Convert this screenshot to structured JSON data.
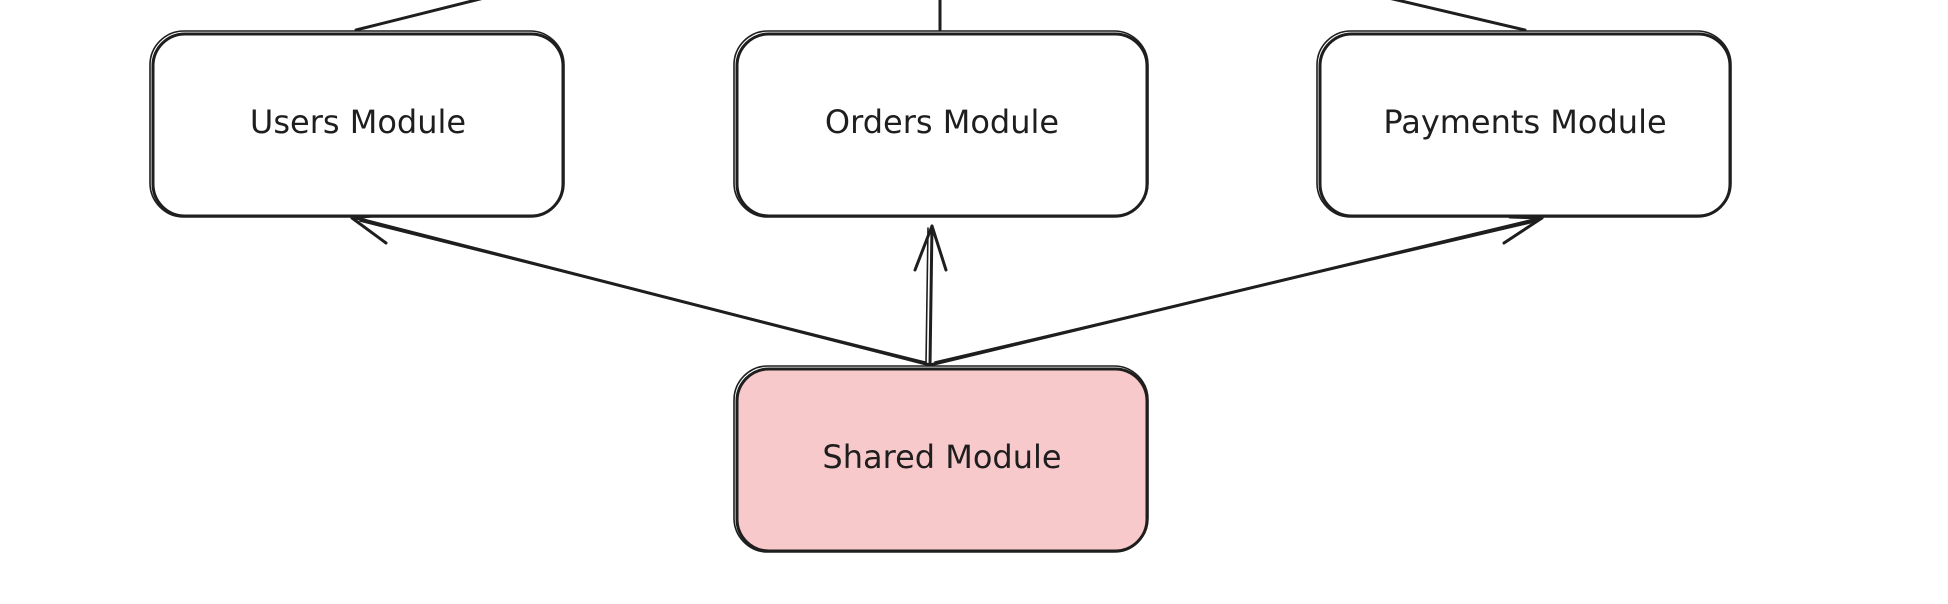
{
  "diagram": {
    "nodes": [
      {
        "id": "users",
        "label": "Users Module",
        "fill": "#ffffff"
      },
      {
        "id": "orders",
        "label": "Orders Module",
        "fill": "#ffffff"
      },
      {
        "id": "payments",
        "label": "Payments Module",
        "fill": "#ffffff"
      },
      {
        "id": "shared",
        "label": "Shared Module",
        "fill": "#f8c9cb"
      }
    ],
    "edges": [
      {
        "from": "shared",
        "to": "users"
      },
      {
        "from": "shared",
        "to": "orders"
      },
      {
        "from": "shared",
        "to": "payments"
      }
    ],
    "colors": {
      "stroke": "#1e1e1e",
      "shared_fill": "#f8c9cb",
      "background": "#ffffff"
    }
  }
}
